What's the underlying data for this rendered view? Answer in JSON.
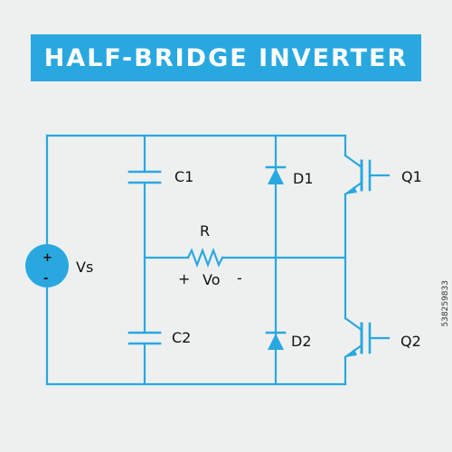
{
  "title": "HALF-BRIDGE INVERTER",
  "colors": {
    "wire": "#29a8e0",
    "title_bg": "#29a8e0",
    "background": "#eef0f0",
    "text": "#111111"
  },
  "labels": {
    "c1": "C1",
    "c2": "C2",
    "d1": "D1",
    "d2": "D2",
    "q1": "Q1",
    "q2": "Q2",
    "r": "R",
    "vs": "Vs",
    "vo_plus": "+",
    "vo": "Vo",
    "vo_minus": "-",
    "src_plus": "+",
    "src_minus": "-"
  },
  "watermark": "538259833"
}
